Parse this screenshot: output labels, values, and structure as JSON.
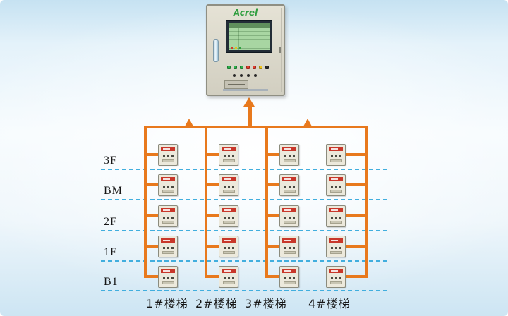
{
  "cabinet": {
    "brand": "Acrel"
  },
  "floors": [
    {
      "label": "3F"
    },
    {
      "label": "BM"
    },
    {
      "label": "2F"
    },
    {
      "label": "1F"
    },
    {
      "label": "B1"
    }
  ],
  "staircases": [
    {
      "label": "1#楼梯"
    },
    {
      "label": "2#楼梯"
    },
    {
      "label": "3#楼梯"
    },
    {
      "label": "4#楼梯"
    }
  ],
  "grid": {
    "rows": 5,
    "cols": 4,
    "device_count": 20
  },
  "colors": {
    "bus": "#e8791d",
    "floor_line": "#41aede",
    "device_accent": "#c8372a",
    "logo_green": "#2f9e3f",
    "label_text": "#161616"
  }
}
